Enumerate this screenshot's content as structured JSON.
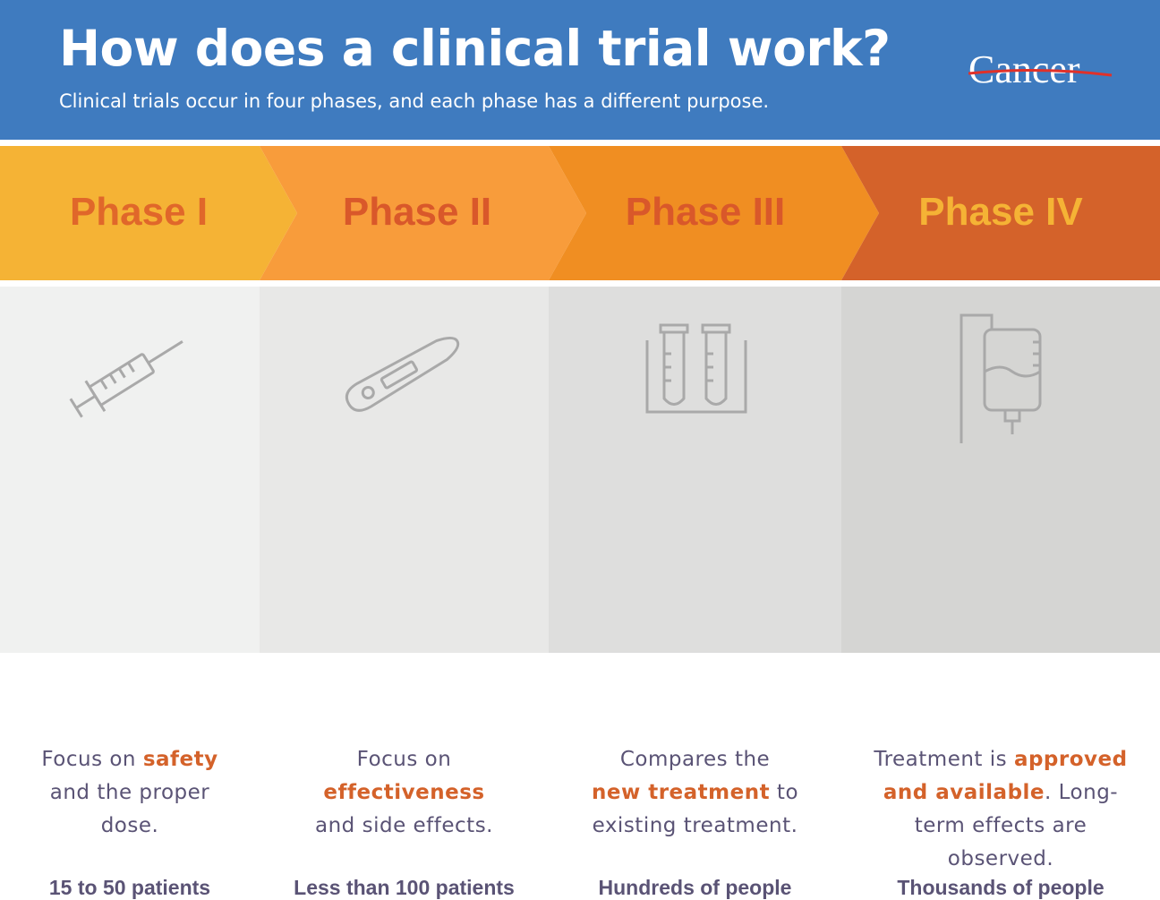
{
  "header": {
    "title": "How does a clinical trial work?",
    "subtitle": "Clinical trials occur in four phases, and each phase has a different purpose.",
    "logo": "Cancer"
  },
  "colors": {
    "header": "#3f7bbf",
    "phase1": "#f5b335",
    "phase2": "#f89c3b",
    "phase3": "#f08e22",
    "phase4": "#d4622a",
    "highlight": "#d4622a",
    "text": "#5a5375"
  },
  "phases": [
    {
      "label": "Phase I",
      "icon": "syringe-icon",
      "text_pre": "Focus on ",
      "highlight": "safety",
      "text_post": " and the proper dose.",
      "count": "15 to 50 patients"
    },
    {
      "label": "Phase II",
      "icon": "thermometer-icon",
      "text_pre": "Focus on ",
      "highlight": "effectiveness",
      "text_post": " and side effects.",
      "count": "Less than 100 patients"
    },
    {
      "label": "Phase III",
      "icon": "test-tubes-icon",
      "text_pre": "Compares the ",
      "highlight": "new treatment",
      "text_post": " to existing treatment.",
      "count": "Hundreds of people"
    },
    {
      "label": "Phase IV",
      "icon": "iv-bag-icon",
      "text_pre": "Treatment is ",
      "highlight": "approved and available",
      "text_post": ". Long-term effects are observed.",
      "count": "Thousands of people"
    }
  ]
}
